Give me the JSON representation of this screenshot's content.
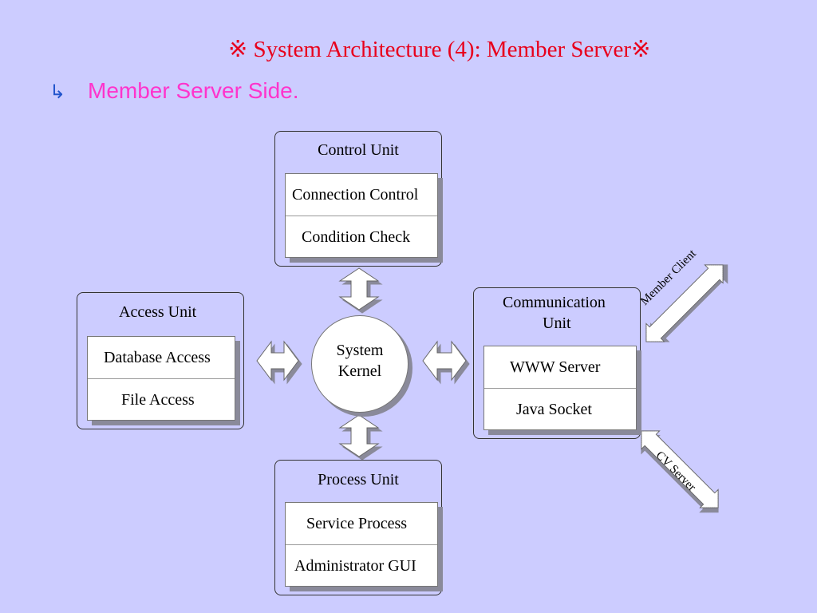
{
  "title": "※ System Architecture (4): Member Server※",
  "bullet": {
    "icon": "hook-arrow-icon",
    "text": "Member Server Side."
  },
  "control_unit": {
    "title": "Control Unit",
    "items": [
      "Connection Control",
      "Condition Check"
    ]
  },
  "access_unit": {
    "title": "Access Unit",
    "items": [
      "Database Access",
      "File Access"
    ]
  },
  "communication_unit": {
    "title_line1": "Communication",
    "title_line2": "Unit",
    "items": [
      "WWW Server",
      "Java Socket"
    ]
  },
  "process_unit": {
    "title": "Process Unit",
    "items": [
      "Service Process",
      "Administrator GUI"
    ]
  },
  "kernel": {
    "line1": "System",
    "line2": "Kernel"
  },
  "links": {
    "member_client": "Member Client",
    "cv_server": "CV Server"
  },
  "colors": {
    "background": "#ccccff",
    "title": "#e8001c",
    "bullet": "#ff33cc"
  }
}
